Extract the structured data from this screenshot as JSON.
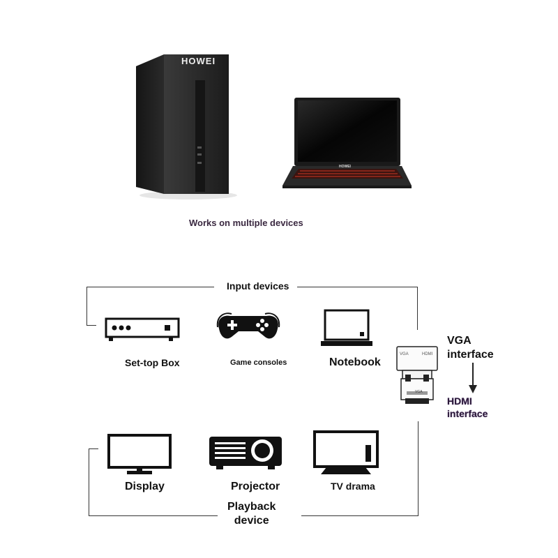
{
  "hero": {
    "tower_brand": "HOWEI",
    "laptop_brand": "HOWEI",
    "caption": "Works on multiple devices"
  },
  "input_section": {
    "title": "Input devices",
    "devices": [
      {
        "label": "Set-top Box",
        "icon": "set-top-box-icon"
      },
      {
        "label": "Game consoles",
        "icon": "gamepad-icon"
      },
      {
        "label": "Notebook",
        "icon": "notebook-icon"
      }
    ]
  },
  "adapter": {
    "vga_label": "VGA\ninterface",
    "hdmi_label": "HDMI\ninterface",
    "port_text_1": "VGA",
    "port_text_2": "HDMI",
    "body_text": "VGA"
  },
  "playback_section": {
    "title": "Playback\ndevice",
    "devices": [
      {
        "label": "Display",
        "icon": "monitor-icon"
      },
      {
        "label": "Projector",
        "icon": "projector-icon"
      },
      {
        "label": "TV drama",
        "icon": "tv-icon"
      }
    ]
  },
  "colors": {
    "caption": "#3a2840",
    "hdmi_label": "#2a1838",
    "icon_dark": "#111111",
    "tower_body": "#2b2b2b",
    "keyboard_backlight": "#b03020"
  }
}
